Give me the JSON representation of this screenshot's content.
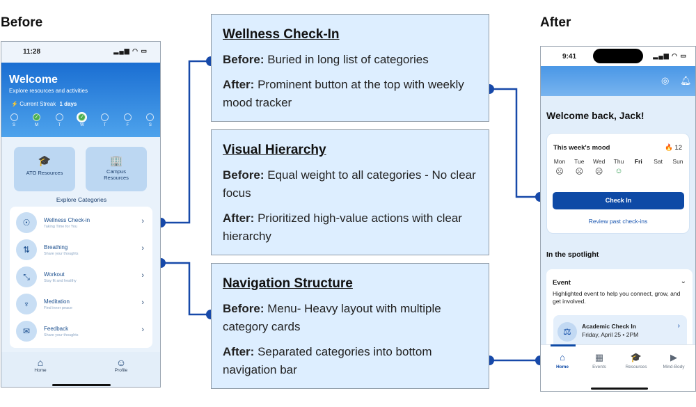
{
  "headings": {
    "before": "Before",
    "after": "After"
  },
  "before_phone": {
    "status_time": "11:28",
    "status_icons": "▂▄▆ ◠ ▭",
    "welcome": "Welcome",
    "subtitle": "Explore resources and activities",
    "streak_label": "Current Streak",
    "streak_value": "1 days",
    "days": [
      "S",
      "M",
      "T",
      "W",
      "T",
      "F",
      "S"
    ],
    "resources": [
      {
        "label": "ATO Resources",
        "icon": "graduation-cap-icon",
        "glyph": "🎓"
      },
      {
        "label": "Campus Resources",
        "icon": "building-icon",
        "glyph": "🏢"
      }
    ],
    "explore_label": "Explore Categories",
    "categories": [
      {
        "label": "Wellness Check-in",
        "sub": "Taking Time for You",
        "glyph": "☉"
      },
      {
        "label": "Breathing",
        "sub": "Share your thoughts",
        "glyph": "⇅"
      },
      {
        "label": "Workout",
        "sub": "Stay fit and healthy",
        "glyph": "⤡"
      },
      {
        "label": "Meditation",
        "sub": "Find inner peace",
        "glyph": "♆"
      },
      {
        "label": "Feedback",
        "sub": "Share your thoughts",
        "glyph": "✉"
      }
    ],
    "nav": [
      {
        "label": "Home",
        "glyph": "⌂"
      },
      {
        "label": "Profile",
        "glyph": "☺"
      }
    ]
  },
  "boxes": [
    {
      "title": "Wellness Check-In",
      "before_label": "Before:",
      "before_text": " Buried in long list of categories",
      "after_label": "After:",
      "after_text": " Prominent button at the top with weekly mood tracker"
    },
    {
      "title": "Visual Hierarchy",
      "before_label": "Before:",
      "before_text": " Equal weight to all categories - No clear focus",
      "after_label": "After:",
      "after_text": " Prioritized high-value actions with clear hierarchy"
    },
    {
      "title": "Navigation Structure",
      "before_label": "Before:",
      "before_text": " Menu- Heavy layout with multiple category cards",
      "after_label": "After:",
      "after_text": " Separated categories into bottom navigation bar"
    }
  ],
  "after_phone": {
    "status_time": "9:41",
    "status_icons": "▂▄▆ ◠ ▭",
    "welcome": "Welcome back, Jack!",
    "mood_title": "This week's mood",
    "streak": "🔥 12",
    "days": [
      {
        "d": "Mon",
        "e": "☹"
      },
      {
        "d": "Tue",
        "e": "☹"
      },
      {
        "d": "Wed",
        "e": "☹"
      },
      {
        "d": "Thu",
        "e": "☺"
      },
      {
        "d": "Fri",
        "e": ""
      },
      {
        "d": "Sat",
        "e": ""
      },
      {
        "d": "Sun",
        "e": ""
      }
    ],
    "checkin_button": "Check In",
    "review_link": "Review past check-ins",
    "spotlight": "In the spotlight",
    "event_title": "Event",
    "event_desc": "Highlighted event to help you connect, grow, and get involved.",
    "event_name": "Academic Check In",
    "event_date": "Friday, April 25 • 2PM",
    "tabs": [
      {
        "label": "Home",
        "glyph": "⌂"
      },
      {
        "label": "Events",
        "glyph": "▦"
      },
      {
        "label": "Resources",
        "glyph": "🎓"
      },
      {
        "label": "Mind-Body",
        "glyph": "▶"
      }
    ]
  }
}
